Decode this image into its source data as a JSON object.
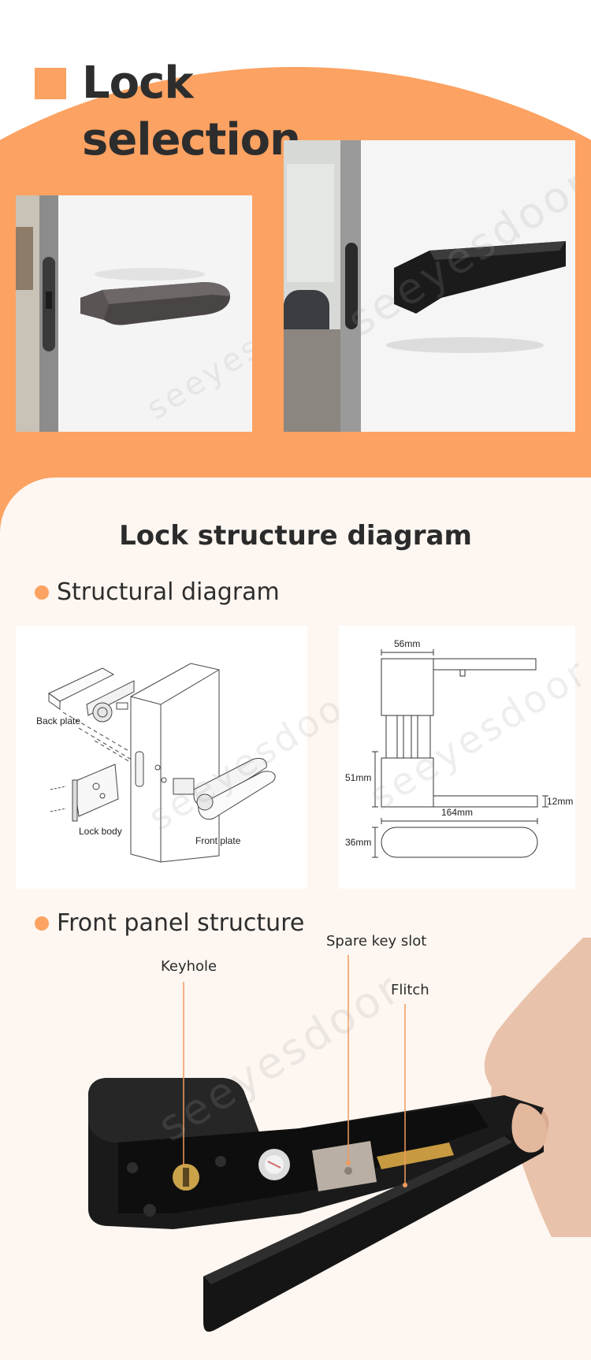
{
  "hero": {
    "title_line1": "Lock",
    "title_line2": "selection",
    "watermark": "seeyesdoor"
  },
  "structure": {
    "section_title": "Lock structure diagram",
    "structural_heading": "Structural diagram",
    "exploded_labels": {
      "back_plate": "Back plate",
      "lock_body": "Lock body",
      "front_plate": "Front plate"
    },
    "dimensions": {
      "width_top": "56mm",
      "height": "51mm",
      "thickness": "12mm",
      "length": "164mm",
      "plate_height": "36mm"
    }
  },
  "front_panel": {
    "heading": "Front panel structure",
    "callouts": {
      "spare_key_slot": "Spare key slot",
      "keyhole": "Keyhole",
      "flitch": "Flitch"
    }
  },
  "colors": {
    "accent": "#fca262",
    "callout_line": "#f29b5c",
    "text": "#2b2b2b"
  }
}
